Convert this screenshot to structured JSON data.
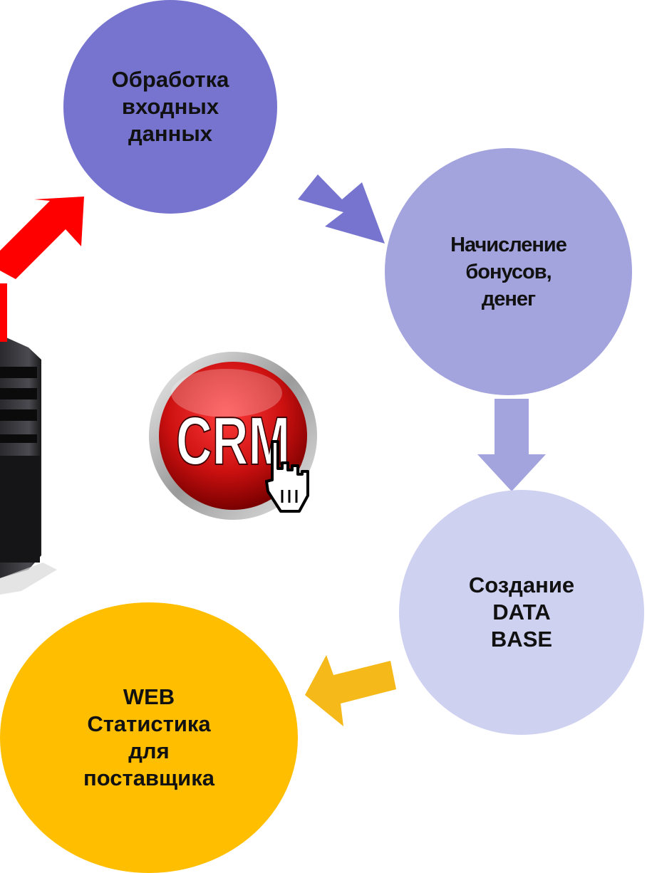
{
  "nodes": {
    "input": {
      "label": "Обработка\nвходных\nданных",
      "color": "#7774cf"
    },
    "bonus": {
      "label": "Начисление\nбонусов,\nденег",
      "color": "#a3a3de"
    },
    "database": {
      "label": "Создание\nDATA\nBASE",
      "color": "#cfd1f1"
    },
    "web": {
      "label": "WEB\nСтатистика\nдля\nпоставщика",
      "color": "#ffbf00"
    }
  },
  "crm_badge": {
    "text": "CRM",
    "color": "#d51818",
    "icon": "hand-cursor-icon"
  },
  "server_icon": "server-rack-icon",
  "arrow_colors": {
    "red": "#ff0000",
    "purple": "#7774cf",
    "lavender": "#a3a3de",
    "yellow": "#f6b91a"
  }
}
